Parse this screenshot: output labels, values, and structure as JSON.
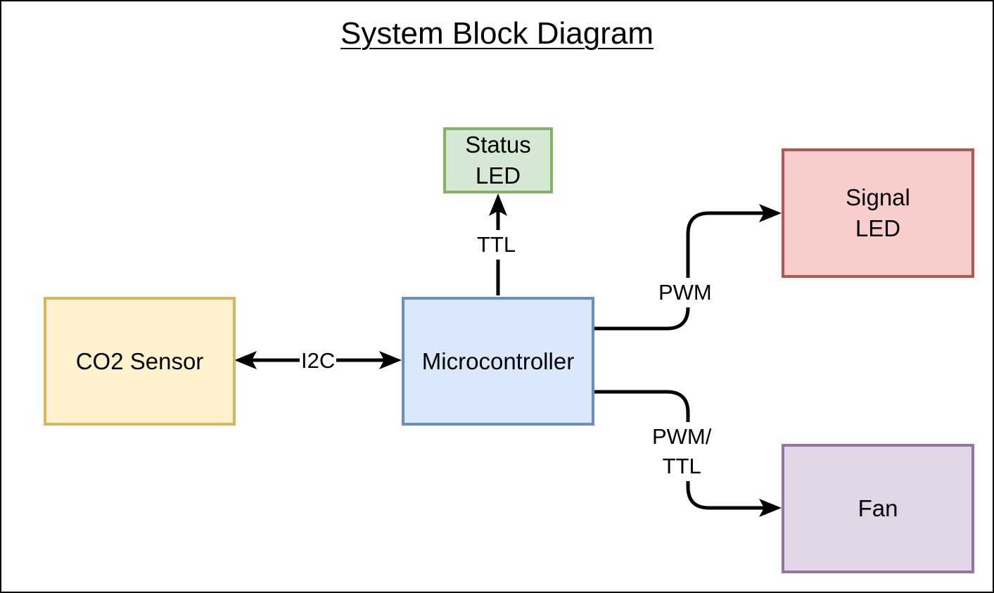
{
  "title": "System Block Diagram",
  "blocks": {
    "co2_sensor": {
      "lines": [
        "CO2 Sensor"
      ],
      "fill": "#fff2cc",
      "stroke": "#d6b656"
    },
    "microcontroller": {
      "lines": [
        "Microcontroller"
      ],
      "fill": "#dae8fc",
      "stroke": "#6c8ebf"
    },
    "status_led": {
      "lines": [
        "Status",
        "LED"
      ],
      "fill": "#d5e8d4",
      "stroke": "#82b366"
    },
    "signal_led": {
      "lines": [
        "Signal",
        "LED"
      ],
      "fill": "#f8cecc",
      "stroke": "#b85450"
    },
    "fan": {
      "lines": [
        "Fan"
      ],
      "fill": "#e1d5e7",
      "stroke": "#9673a6"
    }
  },
  "connections": [
    {
      "from": "microcontroller",
      "to": "co2_sensor",
      "label": [
        "I2C"
      ],
      "bidirectional": true
    },
    {
      "from": "microcontroller",
      "to": "status_led",
      "label": [
        "TTL"
      ],
      "bidirectional": false
    },
    {
      "from": "microcontroller",
      "to": "signal_led",
      "label": [
        "PWM"
      ],
      "bidirectional": false
    },
    {
      "from": "microcontroller",
      "to": "fan",
      "label": [
        "PWM/",
        "TTL"
      ],
      "bidirectional": false
    }
  ]
}
